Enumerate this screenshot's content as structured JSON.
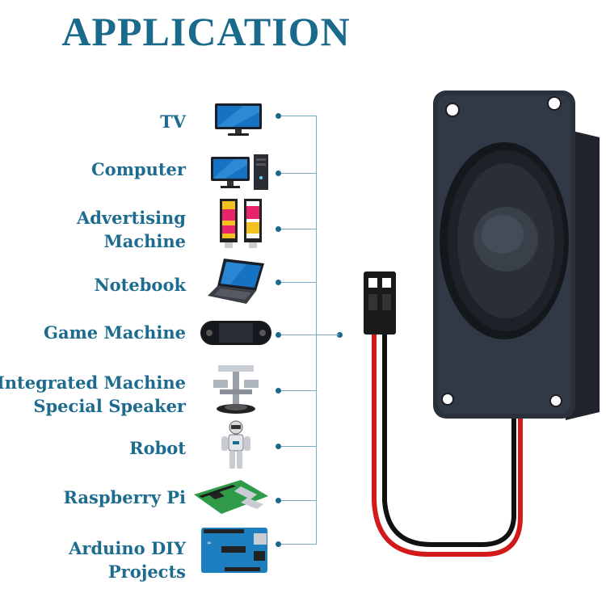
{
  "title": "APPLICATION",
  "items": [
    {
      "label": "TV",
      "icon": "tv-icon"
    },
    {
      "label": "Computer",
      "icon": "computer-icon"
    },
    {
      "label": "Advertising\nMachine",
      "icon": "advertising-machine-icon"
    },
    {
      "label": "Notebook",
      "icon": "notebook-icon"
    },
    {
      "label": "Game Machine",
      "icon": "game-machine-icon"
    },
    {
      "label": "Integrated Machine\nSpecial Speaker",
      "icon": "integrated-machine-icon"
    },
    {
      "label": "Robot",
      "icon": "robot-icon"
    },
    {
      "label": "Raspberry Pi",
      "icon": "raspberry-pi-icon"
    },
    {
      "label": "Arduino DIY\nProjects",
      "icon": "arduino-board-icon"
    }
  ],
  "colors": {
    "accent": "#1a6a8c",
    "line": "#7aa9c4",
    "wire_red": "#d21a1a",
    "speaker_body": "#2b313c"
  }
}
